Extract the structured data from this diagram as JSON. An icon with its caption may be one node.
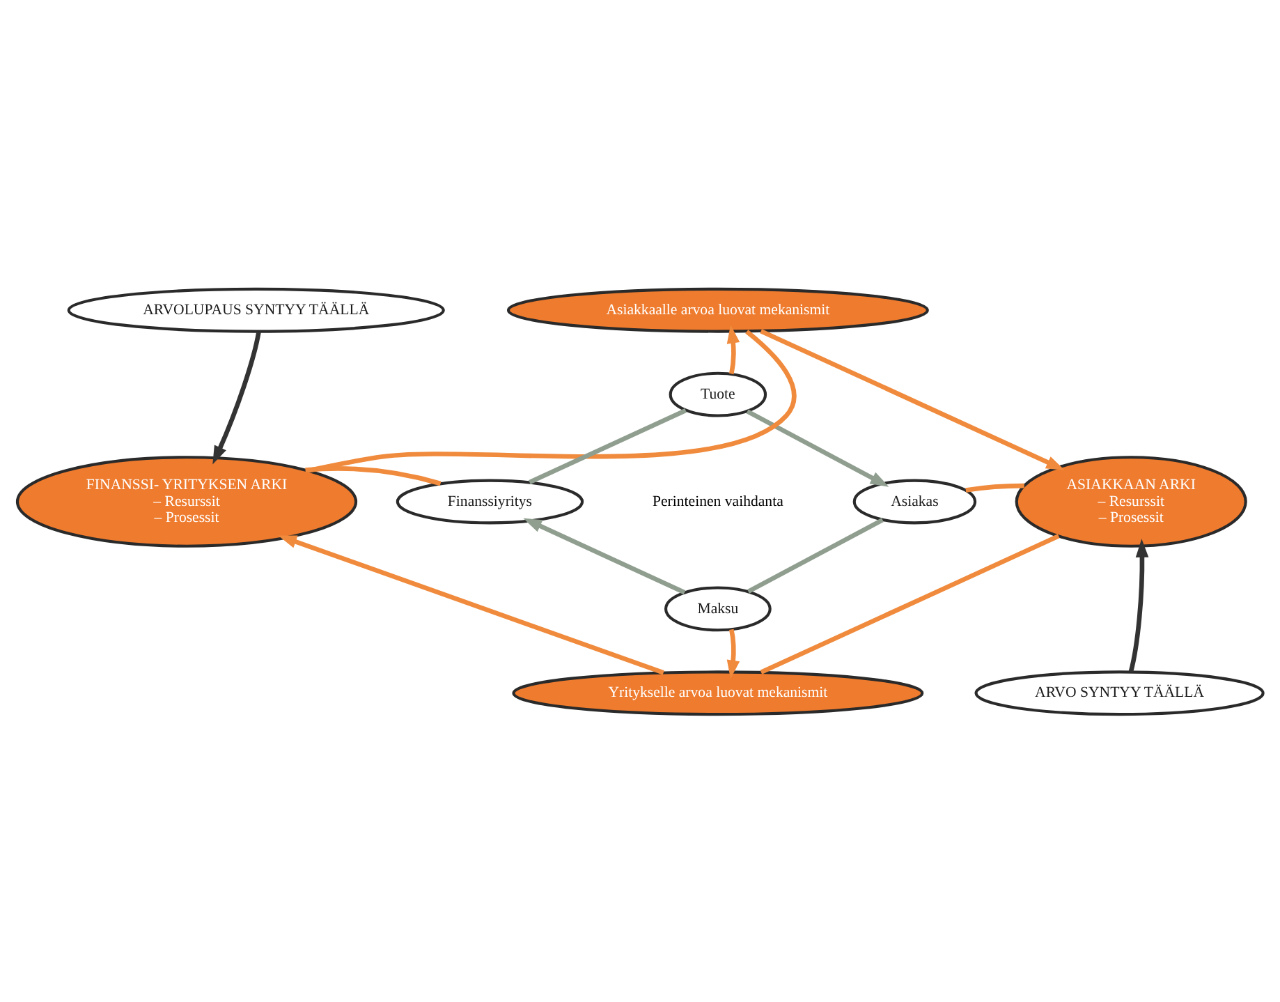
{
  "diagram": {
    "nodes": [
      {
        "text": [
          "ARVOLUPAUS SYNTYY TÄÄLLÄ"
        ]
      },
      {
        "text": [
          "Asiakkaalle arvoa luovat mekanismit"
        ]
      },
      {
        "text": [
          "Tuote"
        ]
      },
      {
        "text": [
          "FINANSSI- YRITYKSEN ARKI",
          "– Resurssit",
          "– Prosessit"
        ]
      },
      {
        "text": [
          "Finanssiyritys"
        ]
      },
      {
        "text": [
          "Asiakas"
        ]
      },
      {
        "text": [
          "ASIAKKAAN ARKI",
          "– Resurssit",
          "– Prosessit"
        ]
      },
      {
        "text": [
          "Maksu"
        ]
      },
      {
        "text": [
          "Yritykselle arvoa luovat mekanismit"
        ]
      },
      {
        "text": [
          "ARVO SYNTYY TÄÄLLÄ"
        ]
      }
    ],
    "edges": [
      {
        "from": 0,
        "to": 3,
        "arrow": "to",
        "color": "#333333"
      },
      {
        "from": 3,
        "to": 1,
        "arrow": "none"
      },
      {
        "from": 1,
        "to": 6,
        "arrow": "to"
      },
      {
        "from": 2,
        "to": 1,
        "arrow": "to"
      },
      {
        "from": 4,
        "to": 2,
        "arrow": "none",
        "color": "#8f9e8f"
      },
      {
        "from": 2,
        "to": 5,
        "arrow": "to",
        "color": "#8f9e8f"
      },
      {
        "from": 3,
        "to": 4,
        "arrow": "none"
      },
      {
        "from": 5,
        "to": 6,
        "arrow": "none"
      },
      {
        "from": 5,
        "to": 7,
        "arrow": "none",
        "color": "#8f9e8f"
      },
      {
        "from": 7,
        "to": 4,
        "arrow": "to",
        "color": "#8f9e8f"
      },
      {
        "from": 7,
        "to": 8,
        "arrow": "to"
      },
      {
        "from": 6,
        "to": 8,
        "arrow": "none"
      },
      {
        "from": 8,
        "to": 3,
        "arrow": "to"
      },
      {
        "from": 9,
        "to": 6,
        "arrow": "to",
        "color": "#333333"
      }
    ],
    "labels": [
      "Perinteinen vaihdanta"
    ]
  }
}
